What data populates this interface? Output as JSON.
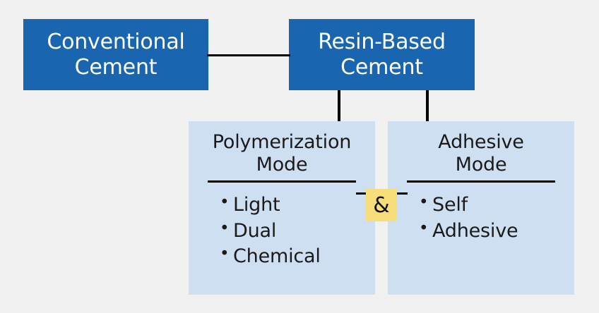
{
  "diagram": {
    "background_color": "#f0f0f0",
    "primary_color": "#1a65b0",
    "panel_color": "#cfdff2",
    "badge_color": "#f8de7a",
    "line_color": "#000000",
    "nodes": {
      "conventional": {
        "label": "Conventional Cement",
        "line1": "Conventional",
        "line2": "Cement"
      },
      "resin": {
        "label": "Resin-Based Cement",
        "line1": "Resin-Based",
        "line2": "Cement"
      }
    },
    "panels": [
      {
        "id": "polymerization-mode",
        "title_line1": "Polymerization",
        "title_line2": "Mode",
        "items": [
          "Light",
          "Dual",
          "Chemical"
        ]
      },
      {
        "id": "adhesive-mode",
        "title_line1": "Adhesive",
        "title_line2": "Mode",
        "items": [
          "Self",
          "Adhesive"
        ]
      }
    ],
    "conjunction": {
      "symbol": "&"
    }
  }
}
